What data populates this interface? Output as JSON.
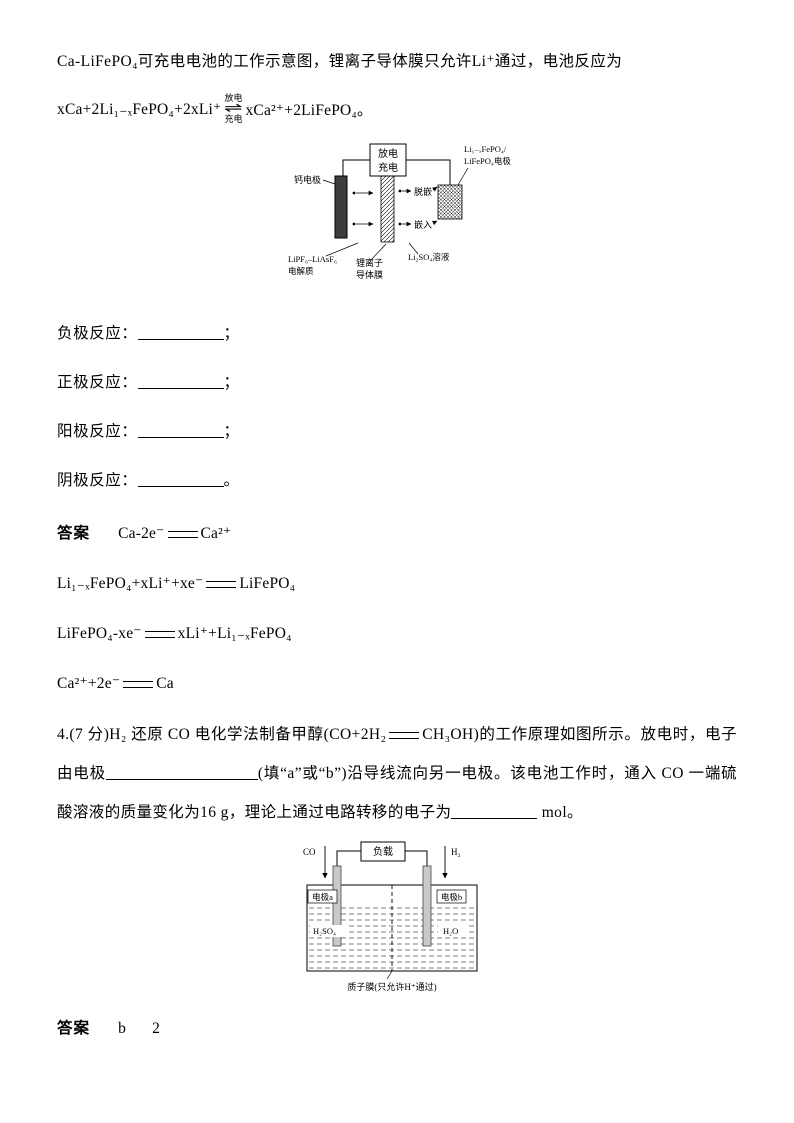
{
  "intro": {
    "line1": "Ca-LiFePO₄可充电电池的工作示意图，锂离子导体膜只允许Li⁺通过，电池反应为",
    "eq_lhs": "xCa+2Li₁₋ₓFePO₄+2xLi⁺",
    "eq_top": "放电",
    "eq_bottom": "充电",
    "eq_arrow": "⇌",
    "eq_rhs": "xCa²⁺+2LiFePO₄。"
  },
  "diagram1": {
    "discharge": "放电",
    "charge": "充电",
    "calcium_electrode": "钙电极",
    "right_electrode_line1": "Li₁₋ₓFePO₄/",
    "right_electrode_line2": "LiFePO₄电极",
    "deintercalation": "脱嵌",
    "intercalation": "嵌入",
    "electrolyte_line1": "LiPF₆–LiAsF₆",
    "electrolyte_line2": "电解质",
    "membrane_line1": "锂离子",
    "membrane_line2": "导体膜",
    "solution": "Li₂SO₄溶液"
  },
  "blanks": [
    {
      "label": "负极反应：",
      "punct": "；"
    },
    {
      "label": "正极反应：",
      "punct": "；"
    },
    {
      "label": "阳极反应：",
      "punct": "；"
    },
    {
      "label": "阴极反应：",
      "punct": "。"
    }
  ],
  "answer1": {
    "label": "答案",
    "equations": [
      {
        "lhs": "Ca-2e⁻",
        "rhs": "Ca²⁺"
      },
      {
        "lhs": "Li₁₋ₓFePO₄+xLi⁺+xe⁻",
        "rhs": "LiFePO₄"
      },
      {
        "lhs": "LiFePO₄-xe⁻",
        "rhs": "xLi⁺+Li₁₋ₓFePO₄"
      },
      {
        "lhs": "Ca²⁺+2e⁻",
        "rhs": "Ca"
      }
    ]
  },
  "question4": {
    "seg1": "4.(7 分)H₂ 还原 CO 电化学法制备甲醇(CO+2H₂",
    "seg2": "CH₃OH)的工作原理如图所示。放电时，电子由电极",
    "seg3": "(填“a”或“b”)沿导线流向另一电极。该电池工作时，通入 CO 一端硫酸溶液的质量变化为16 g，理论上通过电路转移的电子为",
    "seg4": " mol。"
  },
  "diagram2": {
    "load": "负载",
    "co": "CO",
    "h2": "H₂",
    "electrode_a": "电极a",
    "electrode_b": "电极b",
    "acid": "H₂SO₄",
    "water": "H₂O",
    "membrane": "质子膜(只允许H⁺通过)"
  },
  "answer2": {
    "label": "答案",
    "value1": "b",
    "value2": "2"
  }
}
